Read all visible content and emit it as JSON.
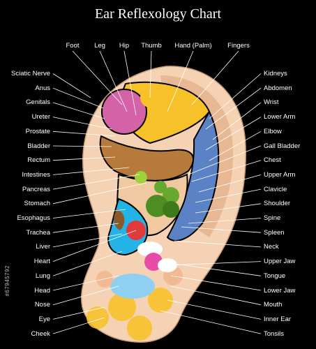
{
  "title": "Ear Reflexology Chart",
  "stock_id": "#67945792",
  "colors": {
    "background": "#000000",
    "skin": "#f5d2b4",
    "skin_dark": "#e3b08a",
    "pink": "#d462a7",
    "yellow": "#f7c12a",
    "blue": "#5b82c4",
    "brown": "#b67a3a",
    "green": "#67a82e",
    "red": "#e23a3a",
    "cyan": "#23b3e6"
  },
  "labels": {
    "top": [
      {
        "text": "Foot"
      },
      {
        "text": "Leg"
      },
      {
        "text": "Hip"
      },
      {
        "text": "Thumb"
      },
      {
        "text": "Hand (Palm)"
      },
      {
        "text": "Fingers"
      }
    ],
    "left": [
      {
        "text": "Sciatic Nerve"
      },
      {
        "text": "Anus"
      },
      {
        "text": "Genitals"
      },
      {
        "text": "Ureter"
      },
      {
        "text": "Prostate"
      },
      {
        "text": "Bladder"
      },
      {
        "text": "Rectum"
      },
      {
        "text": "Intestines"
      },
      {
        "text": "Pancreas"
      },
      {
        "text": "Stomach"
      },
      {
        "text": "Esophagus"
      },
      {
        "text": "Trachea"
      },
      {
        "text": "Liver"
      },
      {
        "text": "Heart"
      },
      {
        "text": "Lung"
      },
      {
        "text": "Head"
      },
      {
        "text": "Nose"
      },
      {
        "text": "Eye"
      },
      {
        "text": "Cheek"
      }
    ],
    "right": [
      {
        "text": "Kidneys"
      },
      {
        "text": "Abdomen"
      },
      {
        "text": "Wrist"
      },
      {
        "text": "Lower Arm"
      },
      {
        "text": "Elbow"
      },
      {
        "text": "Gall Bladder"
      },
      {
        "text": "Chest"
      },
      {
        "text": "Upper Arm"
      },
      {
        "text": "Clavicle"
      },
      {
        "text": "Shoulder"
      },
      {
        "text": "Spine"
      },
      {
        "text": "Spleen"
      },
      {
        "text": "Neck"
      },
      {
        "text": "Upper Jaw"
      },
      {
        "text": "Tongue"
      },
      {
        "text": "Lower Jaw"
      },
      {
        "text": "Mouth"
      },
      {
        "text": "Inner Ear"
      },
      {
        "text": "Tonsils"
      }
    ]
  }
}
